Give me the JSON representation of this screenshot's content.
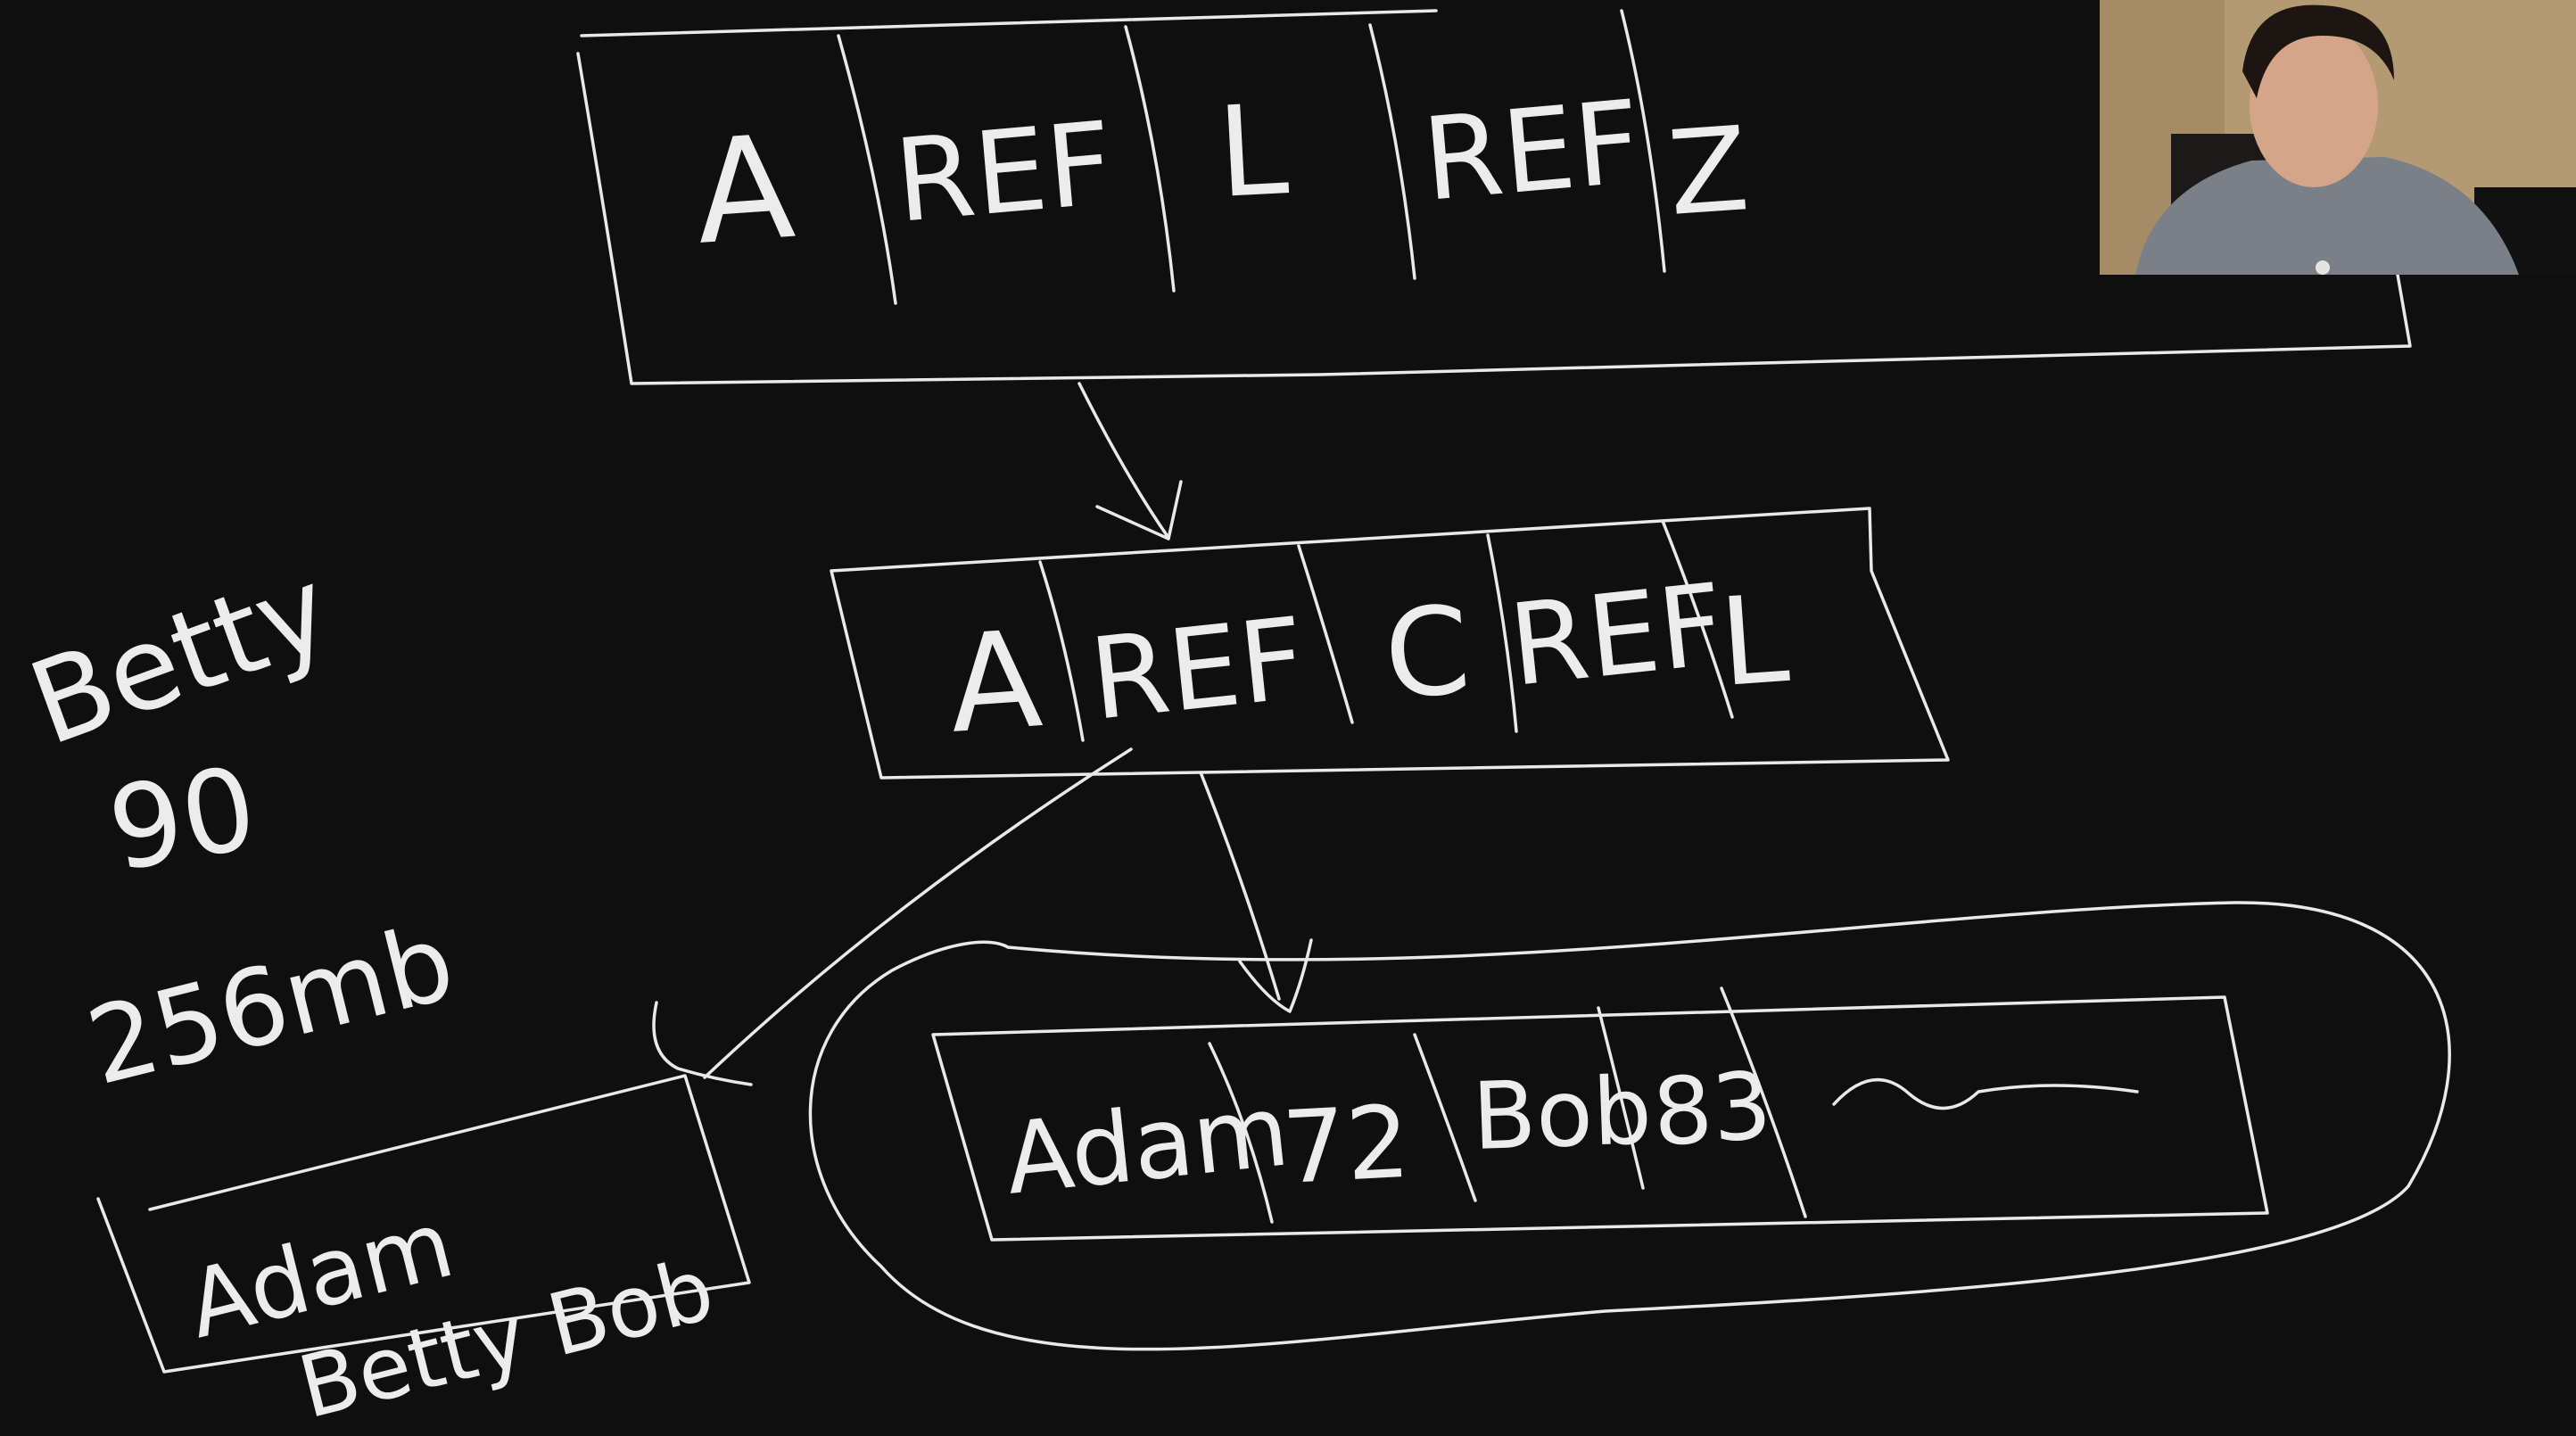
{
  "whiteboard": {
    "top_record_cells": [
      "A",
      "REF",
      "L",
      "REF",
      "Z"
    ],
    "middle_record_cells": [
      "A",
      "REF",
      "C",
      "REF",
      "L"
    ],
    "bottom_record_cells": [
      "Adam",
      "72",
      "Bob",
      "83",
      "~"
    ],
    "side_notes": [
      "Betty",
      "90",
      "256mb"
    ],
    "small_page_lines": [
      "Adam",
      "Betty Bob"
    ]
  },
  "colors": {
    "background": "#0f0f0f",
    "ink": "#e9e9e9",
    "webcam_wall": "#b39a73"
  }
}
